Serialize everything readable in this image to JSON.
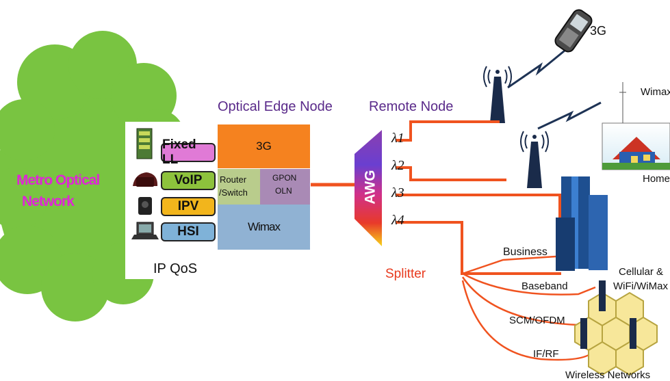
{
  "cloud": {
    "line1": "Metro Optical",
    "line2": "Network"
  },
  "edge_node": {
    "title": "Optical Edge Node",
    "services": [
      "Fixed LL",
      "VoIP",
      "IPV",
      "HSI"
    ],
    "qos": "IP QoS",
    "blocks": {
      "g3": "3G",
      "router_line1": "Router",
      "router_line2": "/Switch",
      "gpon_line1": "GPON",
      "gpon_line2": "OLN",
      "wimax": "Wimax"
    }
  },
  "remote_node": {
    "title": "Remote Node",
    "awg": "AWG",
    "splitter": "Splitter",
    "lambdas": [
      "λ1",
      "λ2",
      "λ3",
      "λ4"
    ]
  },
  "endpoints": {
    "g3": "3G",
    "wimax": "Wimax",
    "home": "Home",
    "business": "Business",
    "baseband": "Baseband",
    "cellular_line1": "Cellular &",
    "cellular_line2": "WiFi/WiMax",
    "scm": "SCM/OFDM",
    "ifrf": "IF/RF",
    "wireless": "Wireless Networks"
  },
  "colors": {
    "cloud": "#79c441",
    "cloud_text": "#e024d8",
    "title": "#5a2a8a",
    "splitter": "#e83a1e",
    "fiber": "#f0531f",
    "orange_block": "#f5821f",
    "router_block": "#b9cc8c",
    "gpon_block": "#a98ab5",
    "wimax_block": "#90b2d3"
  }
}
